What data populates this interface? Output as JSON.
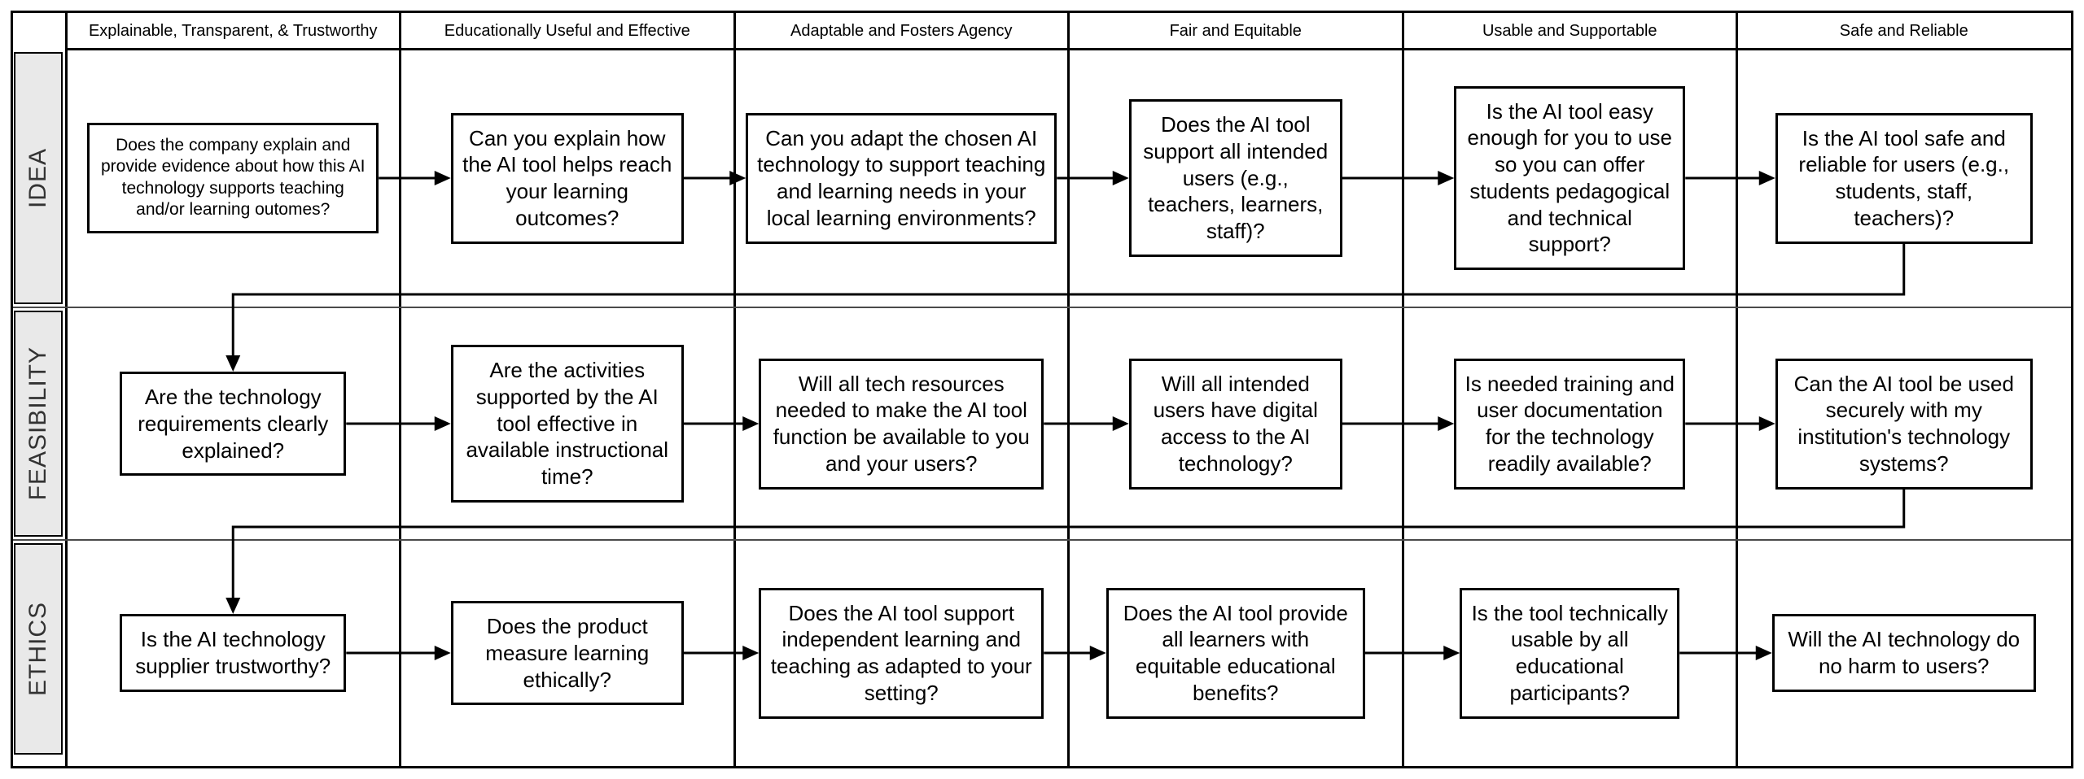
{
  "diagram": {
    "columns": [
      "Explainable, Transparent, & Trustworthy",
      "Educationally Useful and Effective",
      "Adaptable and Fosters Agency",
      "Fair and Equitable",
      "Usable and Supportable",
      "Safe and Reliable"
    ],
    "rows": [
      {
        "label": "IDEA",
        "cells": [
          "Does the company explain and provide evidence about how this AI technology supports teaching and/or learning outomes?",
          "Can you explain how the AI tool helps reach your learning outcomes?",
          "Can you adapt the chosen AI technology to support teaching and learning needs in your local learning environments?",
          "Does the AI tool support all intended users (e.g., teachers, learners, staff)?",
          "Is the AI tool easy enough for you to use so you can offer students pedagogical and technical support?",
          "Is the AI tool safe and reliable for users (e.g., students, staff, teachers)?"
        ]
      },
      {
        "label": "FEASIBILITY",
        "cells": [
          "Are the technology requirements clearly explained?",
          "Are the activities supported by the AI tool effective in available instructional time?",
          "Will all tech resources needed to make the AI tool function be available to you and your users?",
          "Will all intended users have digital access to the AI technology?",
          "Is needed training and user documentation for the technology readily available?",
          "Can the AI tool be used securely with my institution's technology systems?"
        ]
      },
      {
        "label": "ETHICS",
        "cells": [
          "Is the AI technology supplier trustworthy?",
          "Does the product measure learning ethically?",
          "Does the AI tool support independent learning and teaching as adapted to your setting?",
          "Does the AI tool provide all learners with equitable educational benefits?",
          "Is the tool technically usable by all educational participants?",
          "Will the AI technology do no harm to users?"
        ]
      }
    ],
    "colors": {
      "line": "#000000",
      "row_boundary": "#4a4a4a",
      "row_label_bg": "#e9e9e9",
      "box_bg": "#ffffff",
      "text": "#000000"
    }
  }
}
